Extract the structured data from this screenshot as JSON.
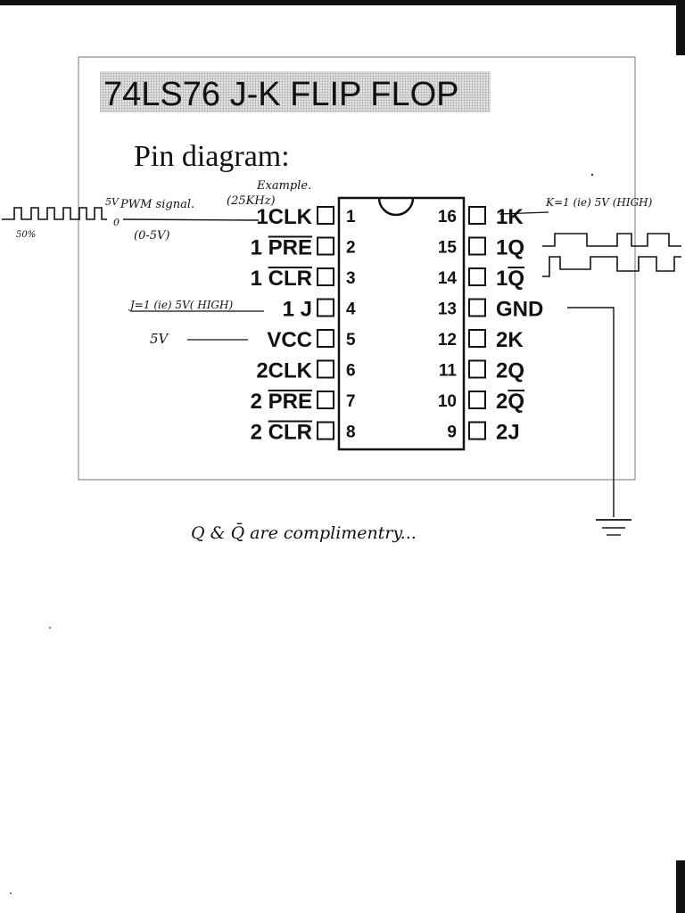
{
  "title": "74LS76 J-K FLIP FLOP",
  "subtitle": "Pin diagram:",
  "left_pins": [
    {
      "label": "CLK",
      "prefix": "1",
      "number": "1",
      "overline": false
    },
    {
      "label": "PRE",
      "prefix": "1 ",
      "number": "2",
      "overline": true
    },
    {
      "label": "CLR",
      "prefix": "1 ",
      "number": "3",
      "overline": true
    },
    {
      "label": "J",
      "prefix": "1 ",
      "number": "4",
      "overline": false
    },
    {
      "label": "VCC",
      "prefix": "",
      "number": "5",
      "overline": false
    },
    {
      "label": "CLK",
      "prefix": "2",
      "number": "6",
      "overline": false
    },
    {
      "label": "PRE",
      "prefix": "2 ",
      "number": "7",
      "overline": true
    },
    {
      "label": "CLR",
      "prefix": "2 ",
      "number": "8",
      "overline": true
    }
  ],
  "right_pins": [
    {
      "label": "1K",
      "number": "16",
      "overline": false
    },
    {
      "label": "1Q",
      "number": "15",
      "overline": false
    },
    {
      "label": "1Q",
      "number": "14",
      "overline": true
    },
    {
      "label": "GND",
      "number": "13",
      "overline": false
    },
    {
      "label": "2K",
      "number": "12",
      "overline": false
    },
    {
      "label": "2Q",
      "number": "11",
      "overline": false
    },
    {
      "label": "2Q",
      "number": "10",
      "overline": true
    },
    {
      "label": "2J",
      "number": "9",
      "overline": false
    }
  ],
  "annotations": {
    "example": "Example.",
    "freq": "(25KHz)",
    "pwm": "PWM signal.",
    "v5_top": "5V",
    "zero": "0",
    "range": "(0-5V)",
    "duty": "50%",
    "k_note": "K=1 (ie) 5V (HIGH)",
    "j_note": "J=1 (ie) 5V( HIGH)",
    "vcc_note": "5V",
    "complement_note": "Q & Q̄ are complimentry..."
  }
}
